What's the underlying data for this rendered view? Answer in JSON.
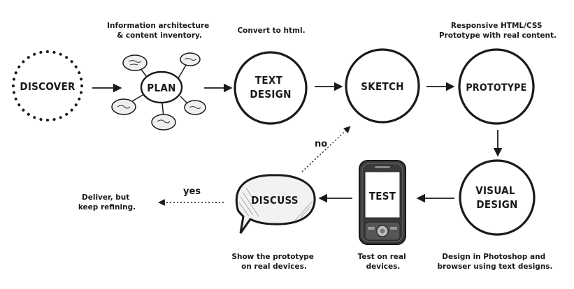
{
  "nodes": {
    "discover": "DISCOVER",
    "plan": "PLAN",
    "text_design": [
      "TEXT",
      "DESIGN"
    ],
    "sketch": "SKETCH",
    "prototype": "PROTOTYPE",
    "visual_design": [
      "VISUAL",
      "DESIGN"
    ],
    "test": "TEST",
    "discuss": "DISCUSS"
  },
  "captions": {
    "plan": [
      "Information architecture",
      "& content inventory."
    ],
    "text_design": [
      "Convert to html."
    ],
    "prototype": [
      "Responsive HTML/CSS",
      "Prototype with real content."
    ],
    "visual_design": [
      "Design in Photoshop and",
      "browser using text designs."
    ],
    "test": [
      "Test on real",
      "devices."
    ],
    "discuss": [
      "Show the prototype",
      "on real devices."
    ],
    "deliver": [
      "Deliver, but",
      "keep refining."
    ]
  },
  "branches": {
    "no": "no",
    "yes": "yes"
  }
}
